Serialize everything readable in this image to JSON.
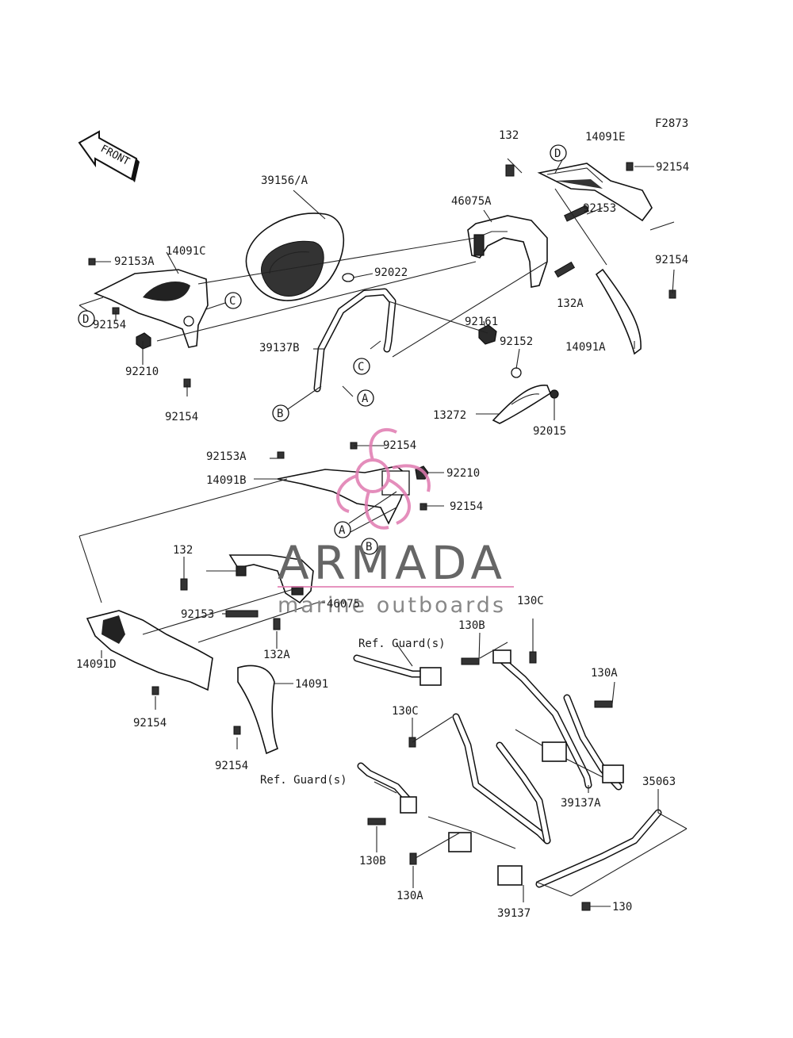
{
  "figure_code": "F2873",
  "front_label": "FRONT",
  "watermark": {
    "brand": "ARMADA",
    "tagline": "marine outboards",
    "logo_color": "#e07ab0"
  },
  "callout_letters": {
    "a": "A",
    "b": "B",
    "c": "C",
    "d": "D"
  },
  "labels": {
    "p132_top": "132",
    "p14091E": "14091E",
    "p92154_top": "92154",
    "p39156A": "39156/A",
    "p46075A": "46075A",
    "p92153_top": "92153",
    "p92154_right": "92154",
    "p132A_top": "132A",
    "p14091A": "14091A",
    "p92153A_left": "92153A",
    "p14091C": "14091C",
    "p92154_left": "92154",
    "p92210_left": "92210",
    "p92154_left_low": "92154",
    "p92022": "92022",
    "p39137B": "39137B",
    "p92161": "92161",
    "p92152": "92152",
    "p13272": "13272",
    "p92015": "92015",
    "p92153A_mid": "92153A",
    "p92154_mid": "92154",
    "p14091B": "14091B",
    "p92210_mid": "92210",
    "p92154_mid2": "92154",
    "p132_mid": "132",
    "p92153_mid": "92153",
    "p46075": "46075",
    "p132A_mid": "132A",
    "p14091D": "14091D",
    "p14091": "14091",
    "p92154_bot1": "92154",
    "p92154_bot2": "92154",
    "p130C_top": "130C",
    "p130B_top": "130B",
    "ref_guard_1": "Ref. Guard(s)",
    "p130A_right": "130A",
    "p130C_mid": "130C",
    "ref_guard_2": "Ref. Guard(s)",
    "p39137A": "39137A",
    "p35063": "35063",
    "p130B_bot": "130B",
    "p130A_bot": "130A",
    "p39137": "39137",
    "p130": "130"
  }
}
